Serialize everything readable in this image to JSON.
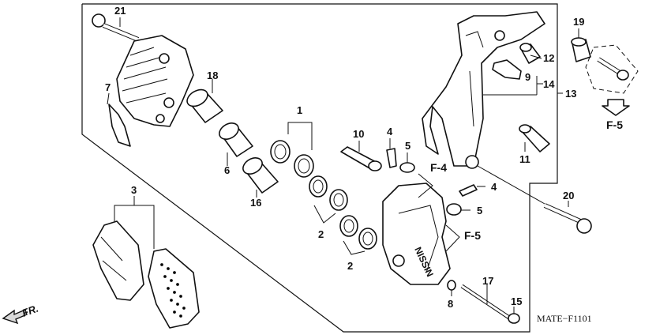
{
  "diagram_code": "MATE−F1101",
  "direction_label": "FR.",
  "callouts": {
    "c1": "1",
    "c2a": "2",
    "c2b": "2",
    "c3": "3",
    "c4a": "4",
    "c4b": "4",
    "c5a": "5",
    "c5b": "5",
    "c6": "6",
    "c7": "7",
    "c8": "8",
    "c9": "9",
    "c10": "10",
    "c11": "11",
    "c12": "12",
    "c13": "13",
    "c14": "14",
    "c15": "15",
    "c16": "16",
    "c17": "17",
    "c18": "18",
    "c19": "19",
    "c20": "20",
    "c21": "21"
  },
  "refs": {
    "f4": "F-4",
    "f5a": "F-5",
    "f5b": "F-5"
  }
}
